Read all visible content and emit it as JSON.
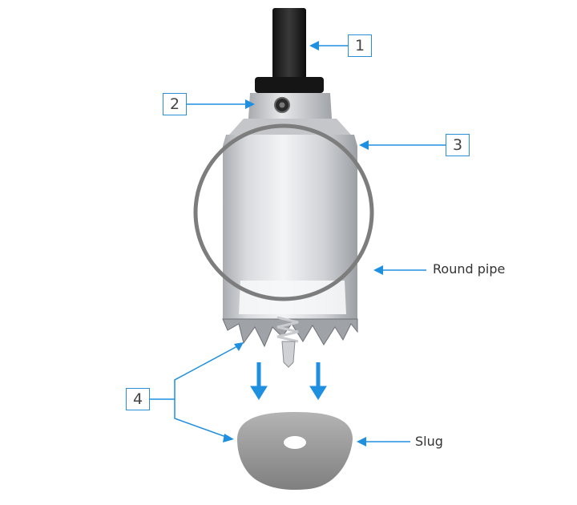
{
  "callouts": {
    "c1": "1",
    "c2": "2",
    "c3": "3",
    "c4": "4"
  },
  "labels": {
    "round_pipe": "Round pipe",
    "slug": "Slug"
  },
  "colors": {
    "accent_blue": "#1f8fe0",
    "callout_border": "#2a8fd6",
    "ring": "#7d7d7d",
    "slug": "#9a9a9a"
  }
}
